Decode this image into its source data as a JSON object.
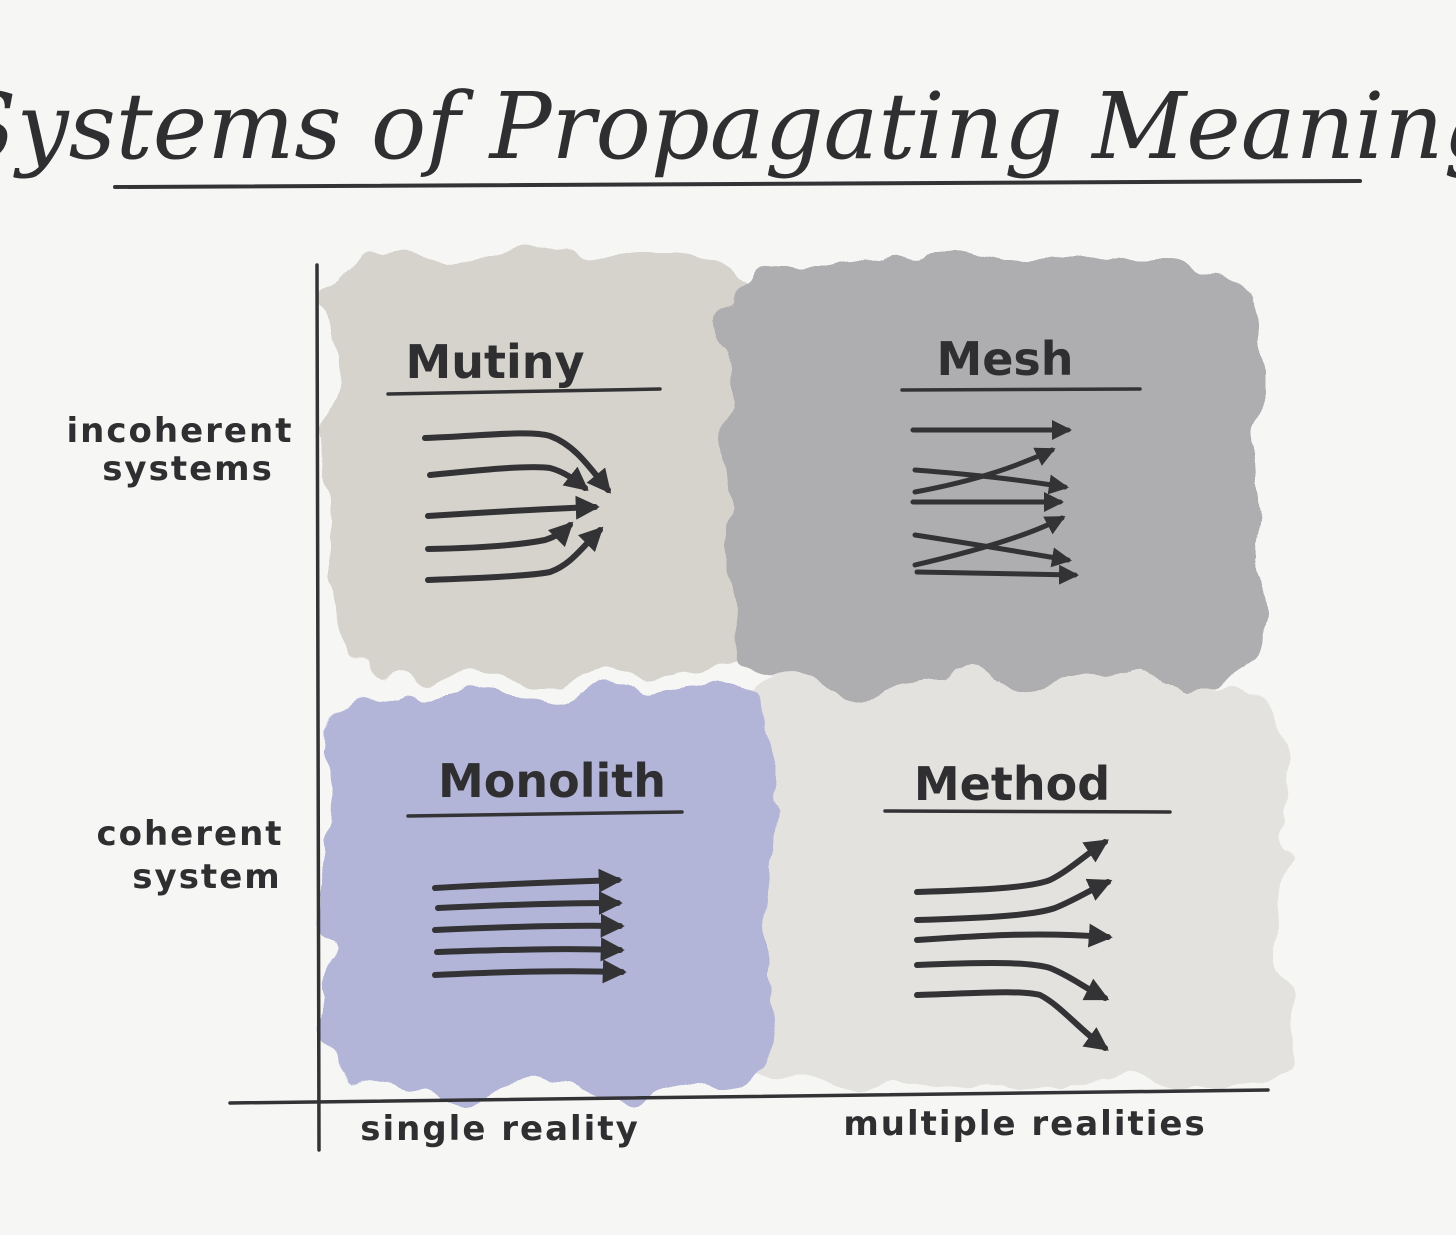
{
  "title": "Systems of Propagating Meaning",
  "y_axis": {
    "top_label": [
      "incoherent",
      "systems"
    ],
    "bottom_label": [
      "coherent",
      "system"
    ]
  },
  "x_axis": {
    "left_label": "single reality",
    "right_label": "multiple realities"
  },
  "quadrants": {
    "mutiny": {
      "label": "Mutiny",
      "color": "#d6d3cd"
    },
    "mesh": {
      "label": "Mesh",
      "color": "#aeaeb0"
    },
    "monolith": {
      "label": "Monolith",
      "color": "#b3b5d8"
    },
    "method": {
      "label": "Method",
      "color": "#e3e2df"
    }
  }
}
